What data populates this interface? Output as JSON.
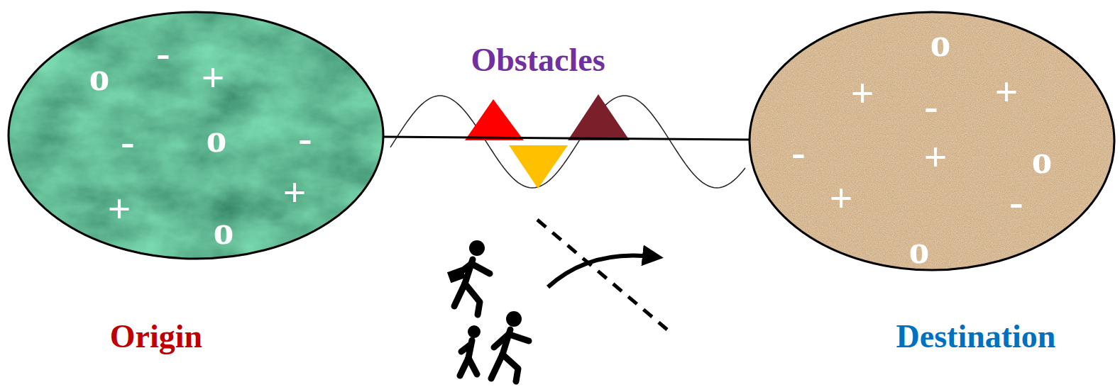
{
  "diagram": {
    "nodes": [
      {
        "text": [
          "Origin",
          "o",
          "-",
          "+",
          "-",
          "o",
          "-",
          "+",
          "+",
          "o"
        ]
      },
      {
        "text": [
          "Destination",
          "o",
          "+",
          "-",
          "+",
          "-",
          "+",
          "o",
          "+",
          "-",
          "o"
        ]
      }
    ],
    "edges": [
      {
        "from": 0,
        "to": 1,
        "arrow": "none"
      }
    ],
    "labels": [
      "Obstacles"
    ]
  }
}
